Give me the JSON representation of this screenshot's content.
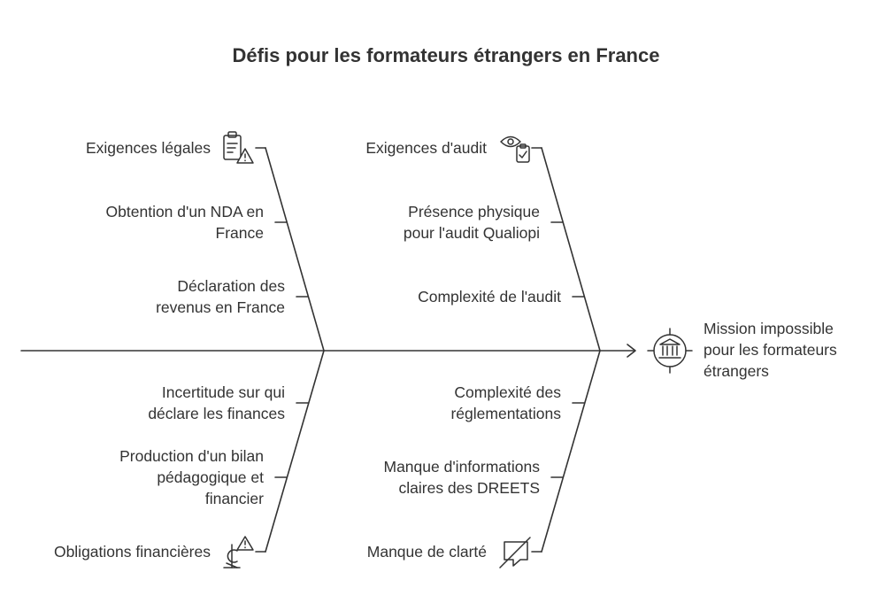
{
  "title": "Défis pour les formateurs étrangers en France",
  "outcome": {
    "lines": [
      "Mission impossible",
      "pour les formateurs",
      "étrangers"
    ],
    "icon": "bank-target-icon"
  },
  "categories": {
    "legal": {
      "label": "Exigences légales",
      "icon": "clipboard-warning-icon",
      "causes": [
        {
          "lines": [
            "Obtention d'un NDA en",
            "France"
          ]
        },
        {
          "lines": [
            "Déclaration des",
            "revenus en France"
          ]
        }
      ]
    },
    "audit": {
      "label": "Exigences d'audit",
      "icon": "eye-clipboard-icon",
      "causes": [
        {
          "lines": [
            "Présence physique",
            "pour l'audit Qualiopi"
          ]
        },
        {
          "lines": [
            "Complexité de l'audit"
          ]
        }
      ]
    },
    "financial": {
      "label": "Obligations financières",
      "icon": "money-warning-icon",
      "causes": [
        {
          "lines": [
            "Incertitude sur qui",
            "déclare les finances"
          ]
        },
        {
          "lines": [
            "Production d'un bilan",
            "pédagogique et",
            "financier"
          ]
        }
      ]
    },
    "clarity": {
      "label": "Manque de clarté",
      "icon": "message-off-icon",
      "causes": [
        {
          "lines": [
            "Complexité des",
            "réglementations"
          ]
        },
        {
          "lines": [
            "Manque d'informations",
            "claires des DREETS"
          ]
        }
      ]
    }
  },
  "colors": {
    "line": "#333333",
    "text": "#333333"
  }
}
